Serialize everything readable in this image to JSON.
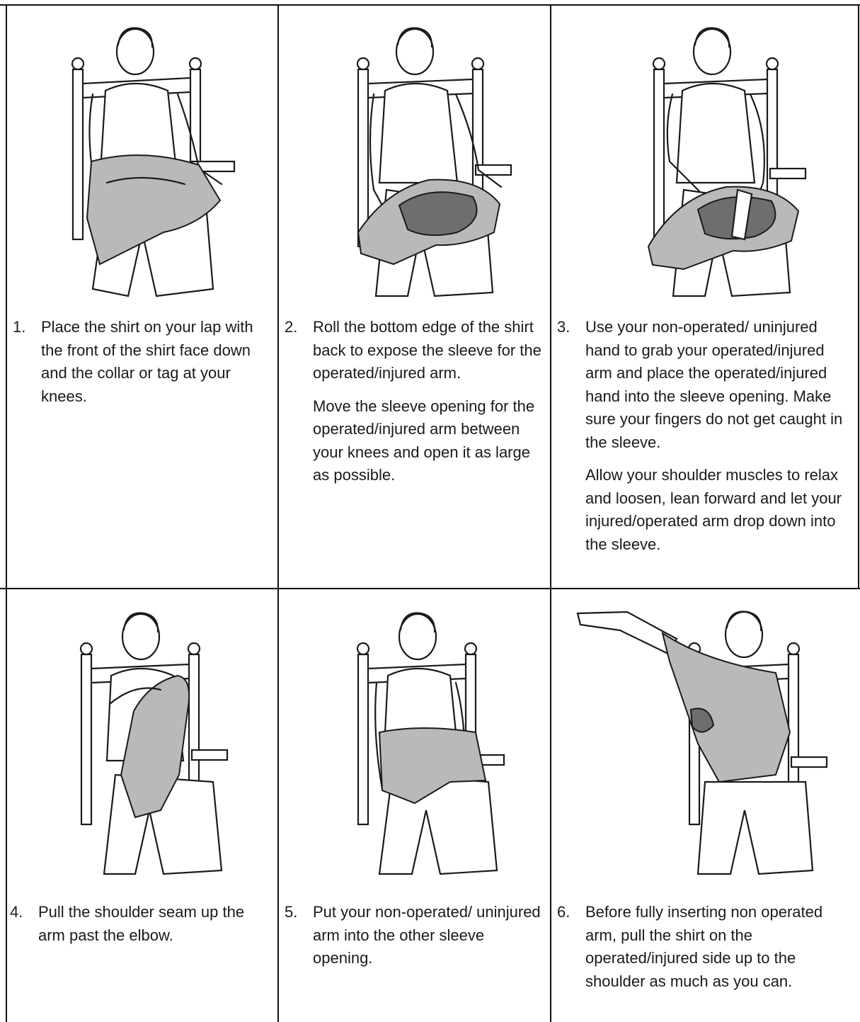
{
  "steps": [
    {
      "number": "1.",
      "paragraphs": [
        "Place the shirt on your lap with the front of the shirt face down and the collar or tag at your knees."
      ],
      "illustration": "person-seated-shirt-on-lap"
    },
    {
      "number": "2.",
      "paragraphs": [
        "Roll the bottom edge of the shirt back to expose the sleeve for the operated/injured arm.",
        "Move the sleeve opening for the operated/injured arm between your knees and open it as large as possible."
      ],
      "illustration": "person-seated-sleeve-exposed"
    },
    {
      "number": "3.",
      "paragraphs": [
        "Use your non-operated/ uninjured hand to grab your operated/injured arm and place the operated/injured hand into the sleeve opening. Make sure your fingers do not get caught in the sleeve.",
        "Allow your shoulder muscles to relax and loosen, lean forward and let your injured/operated arm drop down into the sleeve."
      ],
      "illustration": "person-seated-arm-into-sleeve"
    },
    {
      "number": "4.",
      "paragraphs": [
        "Pull the shoulder seam up the arm past the elbow."
      ],
      "illustration": "person-seated-pulling-seam"
    },
    {
      "number": "5.",
      "paragraphs": [
        "Put your non-operated/ uninjured arm into the other sleeve opening."
      ],
      "illustration": "person-seated-second-sleeve"
    },
    {
      "number": "6.",
      "paragraphs": [
        "Before fully inserting non operated arm, pull the shirt on the operated/injured side up to the shoulder as much as you can."
      ],
      "illustration": "person-seated-arm-raised"
    }
  ],
  "colors": {
    "shirt": "#b9b9b9",
    "shirt_dark": "#6e6e6e",
    "line": "#111111"
  }
}
